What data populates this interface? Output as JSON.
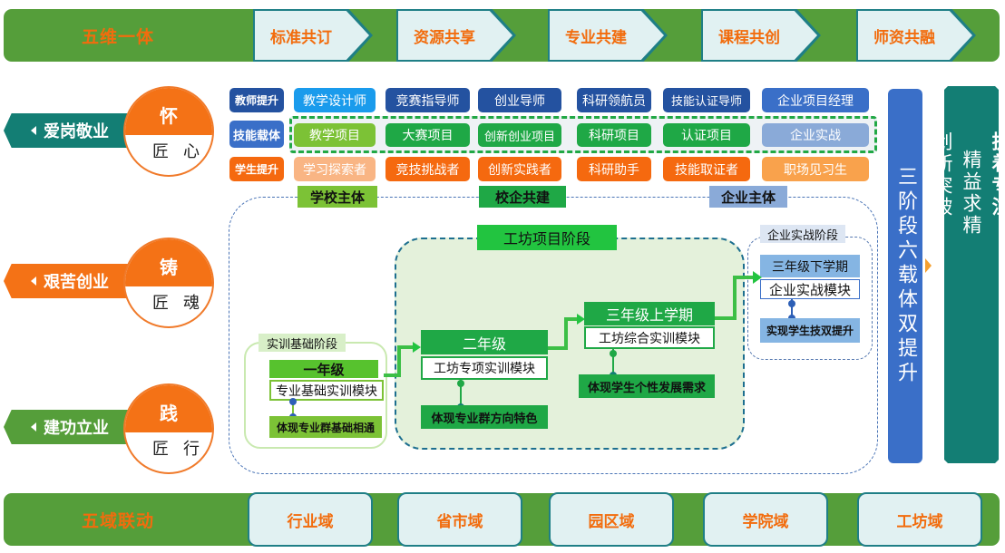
{
  "top_bar": {
    "title": "五维一体",
    "items": [
      "标准共订",
      "资源共享",
      "专业共建",
      "课程共创",
      "师资共融"
    ]
  },
  "bottom_bar": {
    "title": "五域联动",
    "items": [
      "行业域",
      "省市域",
      "园区域",
      "学院域",
      "工坊域"
    ]
  },
  "spirits": [
    {
      "flag": "爱岗敬业",
      "flag_color": "#137e74",
      "char": "怀",
      "sub": "匠心"
    },
    {
      "flag": "艰苦创业",
      "flag_color": "#f47216",
      "char": "铸",
      "sub": "匠魂"
    },
    {
      "flag": "建功立业",
      "flag_color": "#559e3a",
      "char": "践",
      "sub": "匠行"
    }
  ],
  "rows": {
    "teacher": {
      "tag": "教师提升",
      "cells": [
        "教学设计师",
        "竞赛指导师",
        "创业导师",
        "科研领航员",
        "技能认证导师",
        "企业项目经理"
      ]
    },
    "carrier": {
      "tag": "技能载体",
      "cells": [
        "教学项目",
        "大赛项目",
        "创新创业项目",
        "科研项目",
        "认证项目",
        "企业实战"
      ]
    },
    "student": {
      "tag": "学生提升",
      "cells": [
        "学习探索者",
        "竞技挑战者",
        "创新实践者",
        "科研助手",
        "技能取证者",
        "职场见习生"
      ]
    }
  },
  "subjects": [
    "学校主体",
    "校企共建",
    "企业主体"
  ],
  "stages": {
    "basic": {
      "title": "实训基础阶段",
      "grade": "一年级",
      "module": "专业基础实训模块",
      "note": "体现专业群基础相通"
    },
    "workshop": {
      "title": "工坊项目阶段",
      "grade2": "二年级",
      "module2": "工坊专项实训模块",
      "note2": "体现专业群方向特色",
      "grade3": "三年级上学期",
      "module3": "工坊综合实训模块",
      "note3": "体现学生个性发展需求"
    },
    "enterprise": {
      "title": "企业实战阶段",
      "grade": "三年级下学期",
      "module": "企业实战模块",
      "note": "实现学生技双提升"
    }
  },
  "right": {
    "mode": "三阶段六载体双提升",
    "values": [
      "执着专注",
      "精益求精",
      "创新突破"
    ]
  }
}
